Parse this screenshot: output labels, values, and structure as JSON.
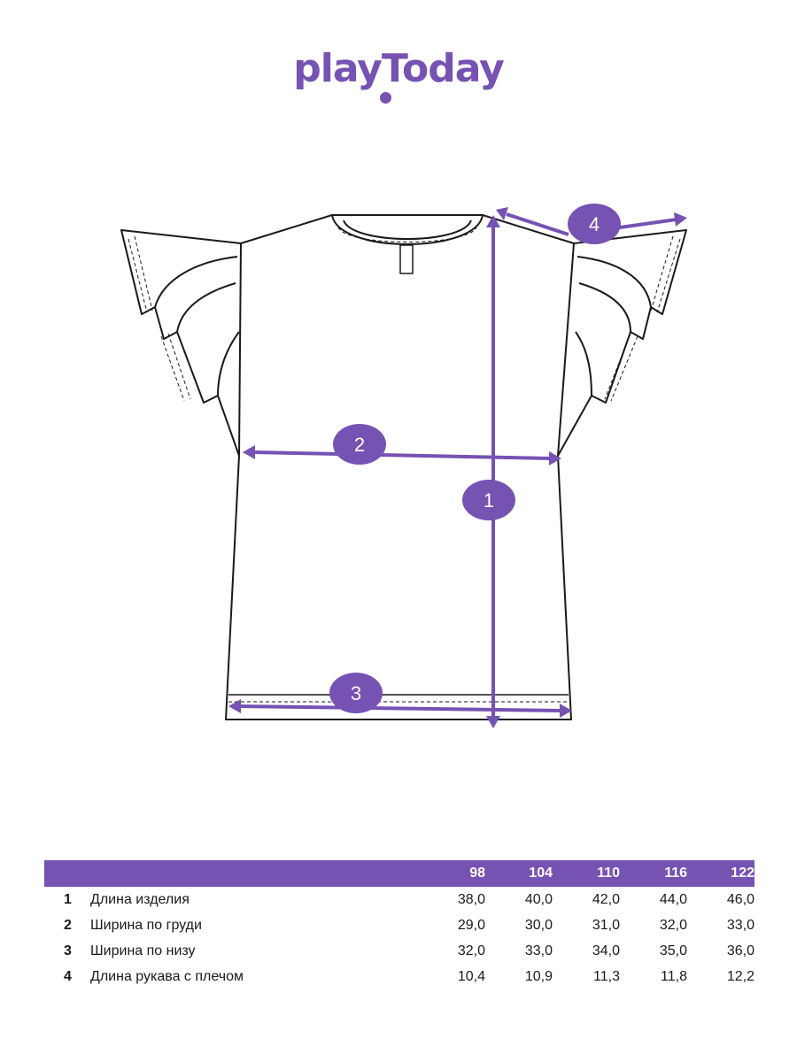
{
  "brand": {
    "name": "playToday",
    "color": "#7652b3"
  },
  "diagram": {
    "markers": [
      "1",
      "2",
      "3",
      "4"
    ],
    "accent_color": "#7652b3"
  },
  "size_table": {
    "header_bg": "#7652b3",
    "sizes": [
      "98",
      "104",
      "110",
      "116",
      "122"
    ],
    "rows": [
      {
        "num": "1",
        "name": "Длина изделия",
        "values": [
          "38,0",
          "40,0",
          "42,0",
          "44,0",
          "46,0"
        ]
      },
      {
        "num": "2",
        "name": "Ширина по груди",
        "values": [
          "29,0",
          "30,0",
          "31,0",
          "32,0",
          "33,0"
        ]
      },
      {
        "num": "3",
        "name": "Ширина по низу",
        "values": [
          "32,0",
          "33,0",
          "34,0",
          "35,0",
          "36,0"
        ]
      },
      {
        "num": "4",
        "name": "Длина рукава с плечом",
        "values": [
          "10,4",
          "10,9",
          "11,3",
          "11,8",
          "12,2"
        ]
      }
    ]
  }
}
